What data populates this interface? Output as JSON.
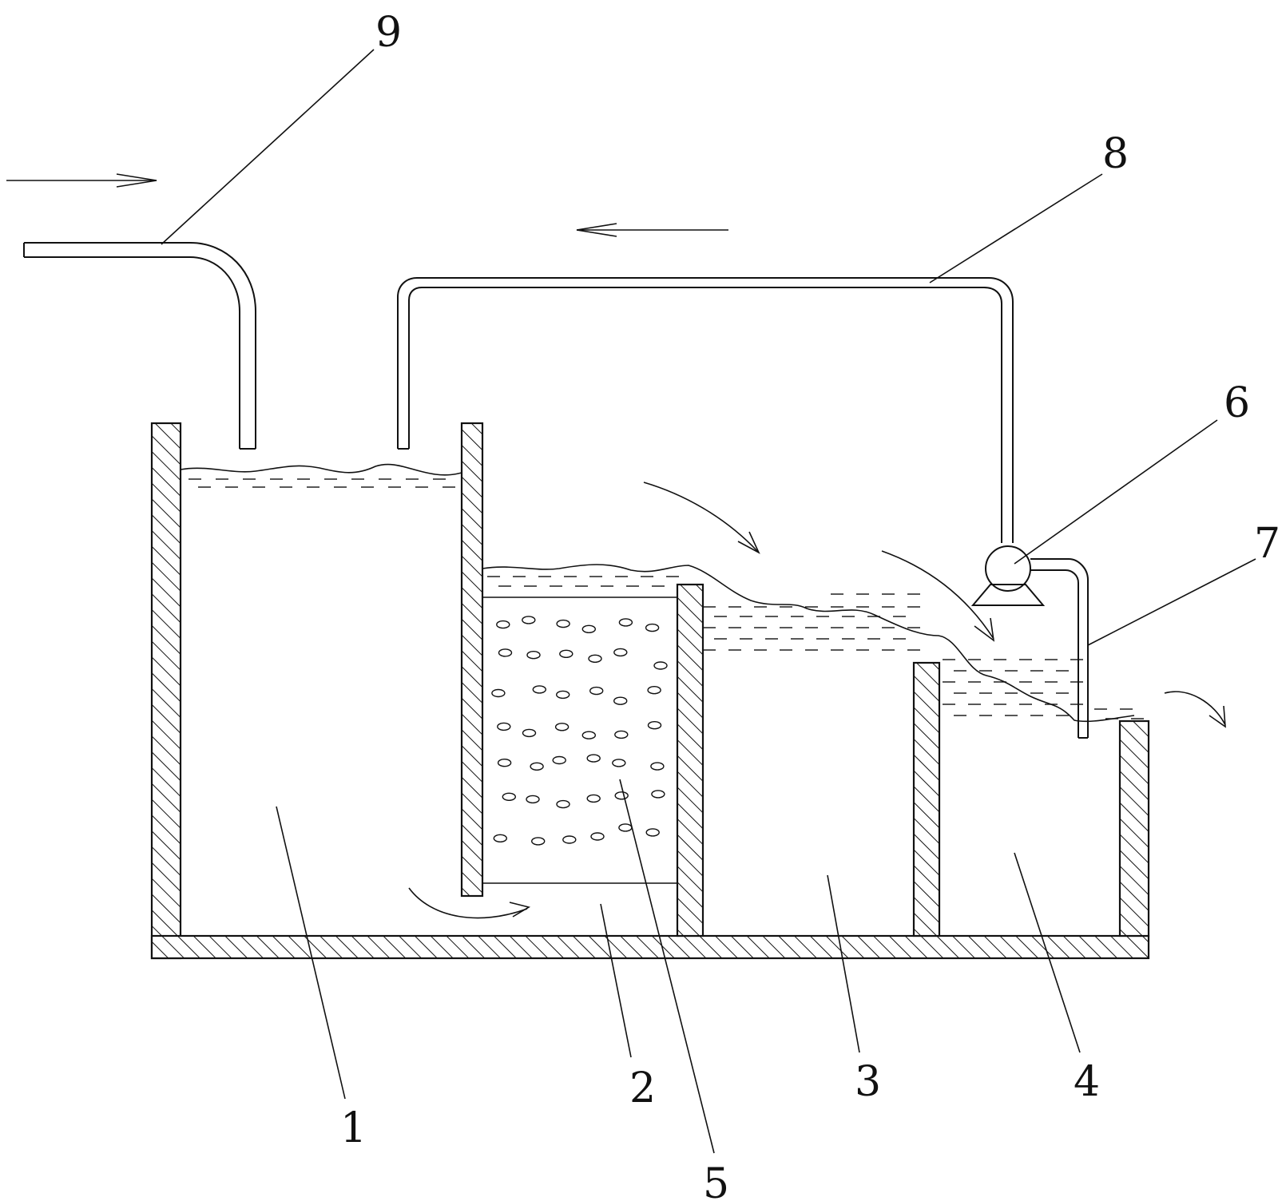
{
  "diagram": {
    "labels": {
      "n1": "1",
      "n2": "2",
      "n3": "3",
      "n4": "4",
      "n5": "5",
      "n6": "6",
      "n7": "7",
      "n8": "8",
      "n9": "9"
    },
    "media_particles": 42,
    "colors": {
      "line": "#111111",
      "background": "#ffffff"
    }
  }
}
